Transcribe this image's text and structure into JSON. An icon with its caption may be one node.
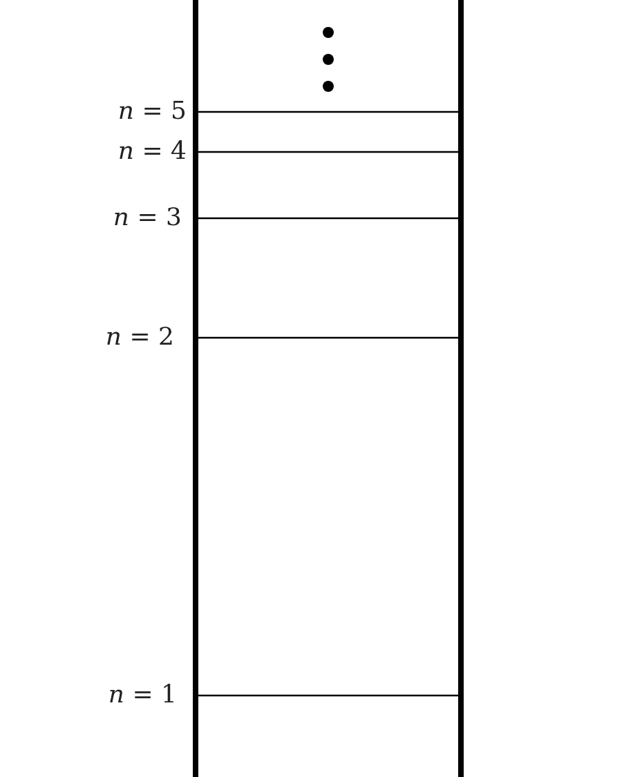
{
  "diagram": {
    "labels": [
      "*n* = 5",
      "*n* = 4",
      "*n* = 3",
      "*n* = 2",
      "*n* = 1"
    ]
  }
}
